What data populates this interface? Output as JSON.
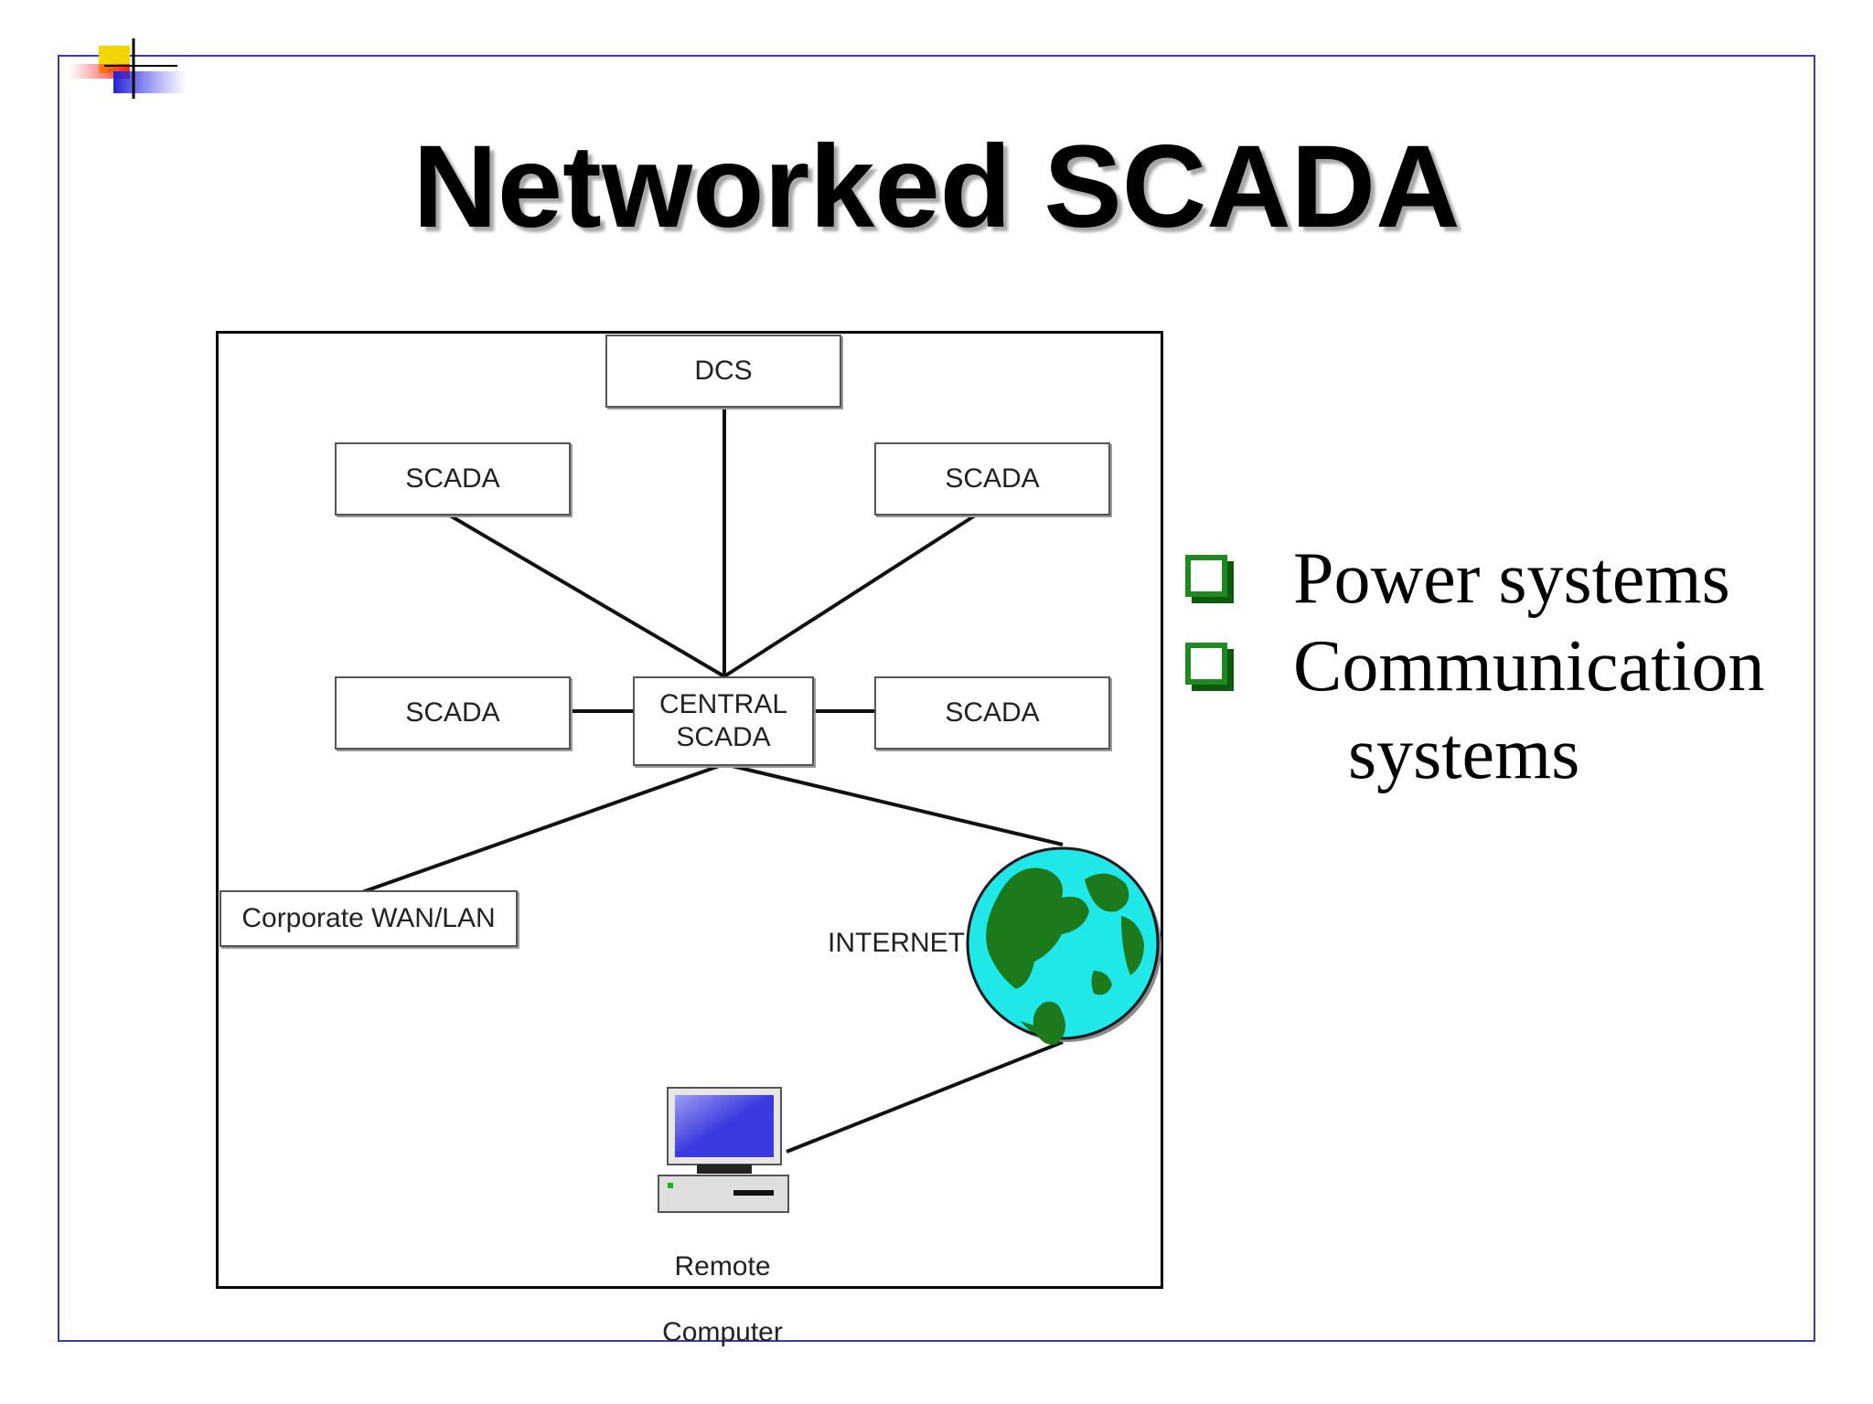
{
  "slide": {
    "title": "Networked SCADA"
  },
  "diagram": {
    "nodes": {
      "dcs": "DCS",
      "scada_top_left": "SCADA",
      "scada_top_right": "SCADA",
      "scada_mid_left": "SCADA",
      "central_line1": "CENTRAL",
      "central_line2": "SCADA",
      "scada_mid_right": "SCADA",
      "corporate": "Corporate WAN/LAN",
      "internet": "INTERNET",
      "remote_line1": "Remote",
      "remote_line2": "Computer"
    },
    "icons": {
      "globe": "globe-icon",
      "computer": "computer-icon",
      "logo": "corner-logo-icon"
    },
    "colors": {
      "ocean": "#21e8e8",
      "land": "#1c7a1c",
      "monitor_screen": "#3a3ae0",
      "frame": "#3a3ab0",
      "checkbox": "#1f8a1f"
    }
  },
  "bullets": {
    "items": [
      {
        "line1": "Power systems",
        "line2": ""
      },
      {
        "line1": "Communication",
        "line2": "systems"
      }
    ]
  }
}
